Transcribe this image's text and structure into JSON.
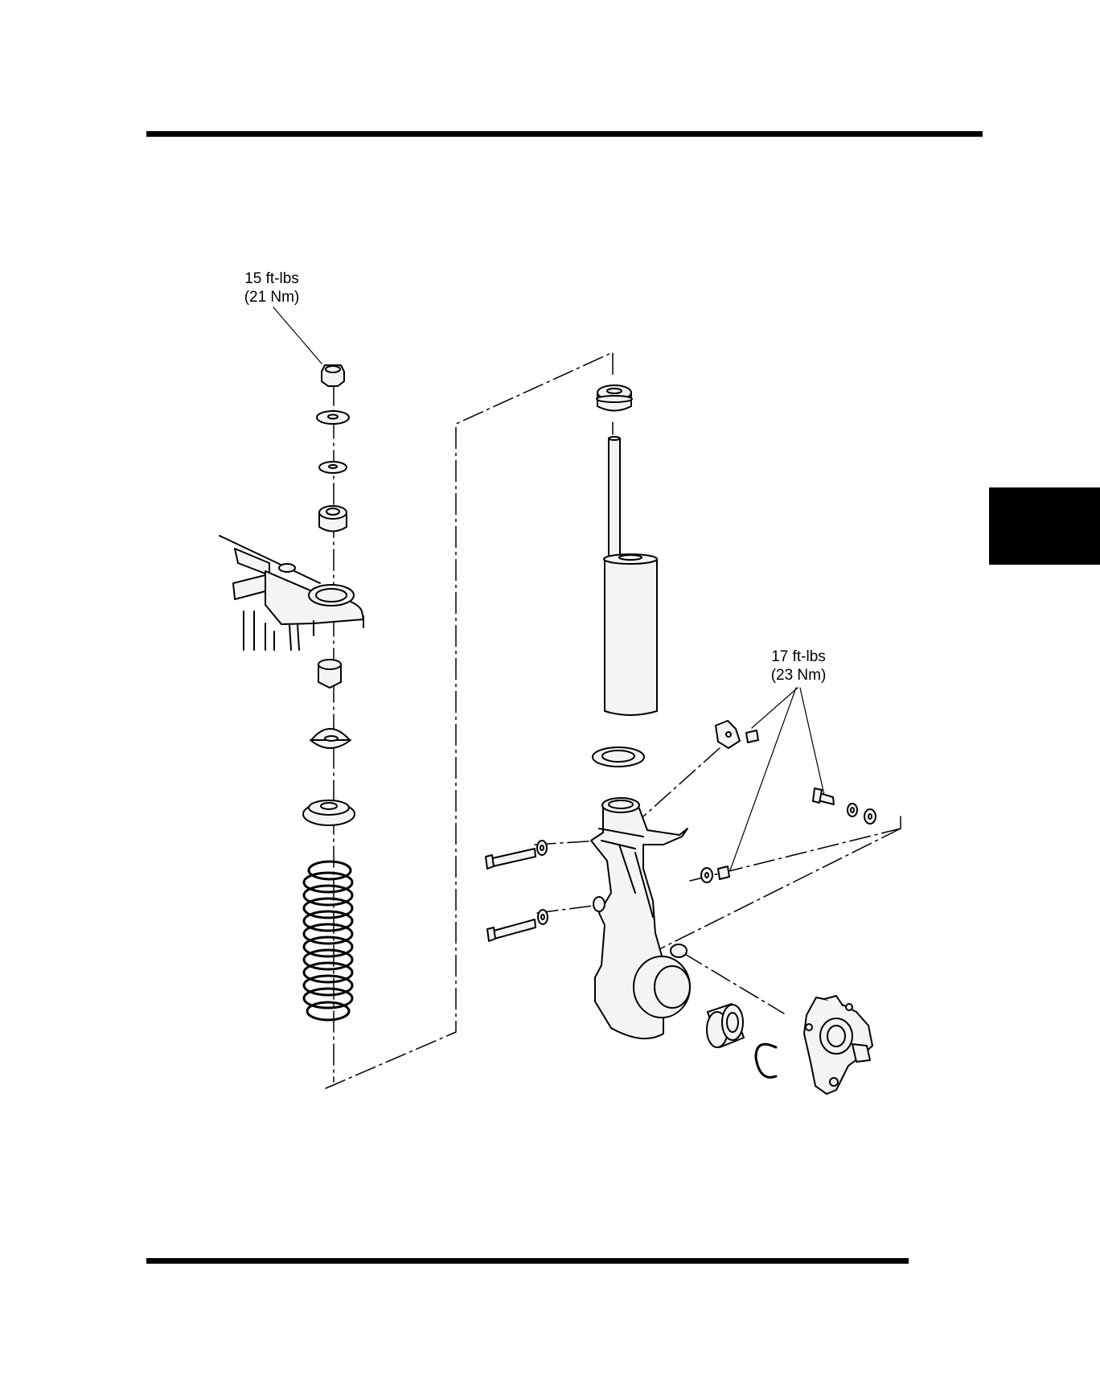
{
  "diagram": {
    "torque_labels": [
      {
        "line1": "15 ft-lbs",
        "line2": "(21 Nm)"
      },
      {
        "line1": "17 ft-lbs",
        "line2": "(23 Nm)"
      }
    ]
  },
  "colors": {
    "ink": "#000000",
    "background": "#ffffff",
    "part_fill": "#f4f4f4"
  }
}
